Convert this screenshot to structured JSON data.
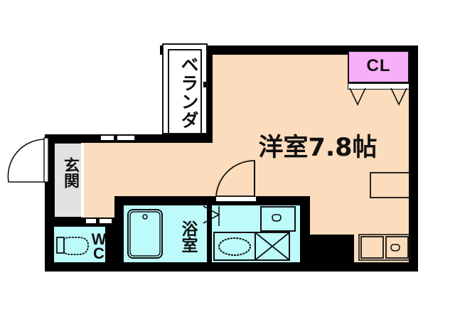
{
  "plan": {
    "title": "Japanese apartment floor plan",
    "rooms": [
      {
        "id": "main-room",
        "label": "洋室7.8帖",
        "size_jo": 7.8,
        "type": "western-room",
        "color": "#FBDCBC"
      },
      {
        "id": "veranda",
        "label": "ベランダ",
        "type": "balcony",
        "color": "#FFFFFF"
      },
      {
        "id": "genkan",
        "label": "玄関",
        "type": "entrance",
        "color": "#E2E2E2"
      },
      {
        "id": "toilet",
        "label": "WC",
        "type": "toilet",
        "color": "#BDFAFA"
      },
      {
        "id": "bathroom",
        "label": "浴室",
        "type": "bathroom",
        "color": "#BDFAFA"
      },
      {
        "id": "closet",
        "label": "CL",
        "type": "closet",
        "color": "#F9AEF9"
      }
    ],
    "labels": {
      "main_room": "洋室7.8帖",
      "veranda": "ベランダ",
      "genkan": "玄関",
      "toilet_w": "W",
      "toilet_c": "C",
      "bathroom": "浴室",
      "closet": "CL"
    },
    "fixtures": [
      {
        "name": "bathtub",
        "room": "bathroom"
      },
      {
        "name": "toilet-bowl",
        "room": "toilet"
      },
      {
        "name": "kitchen-sink",
        "room": "bathroom"
      },
      {
        "name": "stove-burner",
        "room": "bathroom"
      },
      {
        "name": "washbasin",
        "room": "bathroom"
      },
      {
        "name": "washing-machine",
        "room": "main-room"
      },
      {
        "name": "entrance-door",
        "room": "genkan"
      },
      {
        "name": "interior-door",
        "room": "main-room"
      },
      {
        "name": "window",
        "room": "main-room"
      }
    ],
    "colors": {
      "wall": "#000000",
      "floor": "#FBDCBC",
      "wet_area": "#BDFAFA",
      "entrance": "#E2E2E2",
      "closet": "#F9AEF9",
      "outline": "#111111",
      "background": "#FFFFFF"
    }
  }
}
